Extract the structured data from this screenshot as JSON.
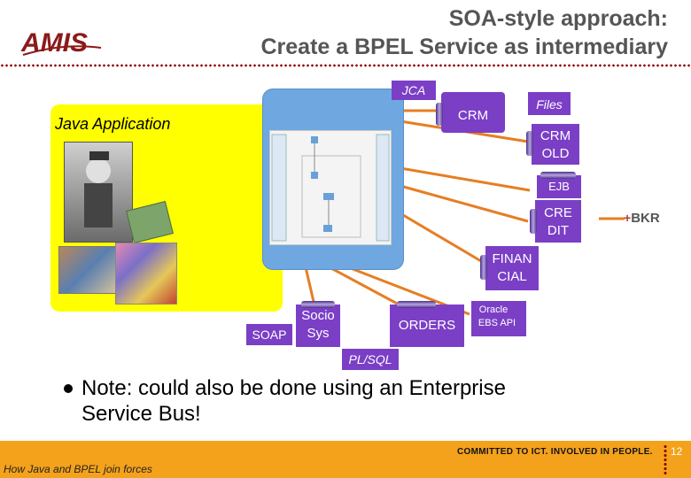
{
  "header": {
    "logo_text": "AMIS",
    "title_line1": "SOA-style approach:",
    "title_line2": "Create a BPEL Service as intermediary"
  },
  "colors": {
    "accent_purple": "#7b3fc6",
    "java_box_yellow": "#ffff00",
    "bpel_blue": "#6fa8e0",
    "arrow_orange": "#e67e22",
    "footer_orange": "#f4a21b"
  },
  "diagram": {
    "java_application_label": "Java Application",
    "jca_label": "JCA",
    "files_label": "Files",
    "crm_label": "CRM",
    "crm_old_line1": "CRM",
    "crm_old_line2": "OLD",
    "ejb_label": "EJB",
    "credit_line1": "CRE",
    "credit_line2": "DIT",
    "bkr_logo": "BKR",
    "financial_line1": "FINAN",
    "financial_line2": "CIAL",
    "soap_label": "SOAP",
    "socio_line1": "Socio",
    "socio_line2": "Sys",
    "orders_label": "ORDERS",
    "oracle_line1": "Oracle",
    "oracle_line2": "EBS API",
    "plsql_label": "PL/SQL"
  },
  "note": {
    "line1": "Note: could also be done using an Enterprise",
    "line2": "Service Bus!"
  },
  "footer": {
    "caption": "How Java and BPEL join forces",
    "slogan": "COMMITTED TO ICT. INVOLVED IN PEOPLE.",
    "page_number": "12"
  }
}
